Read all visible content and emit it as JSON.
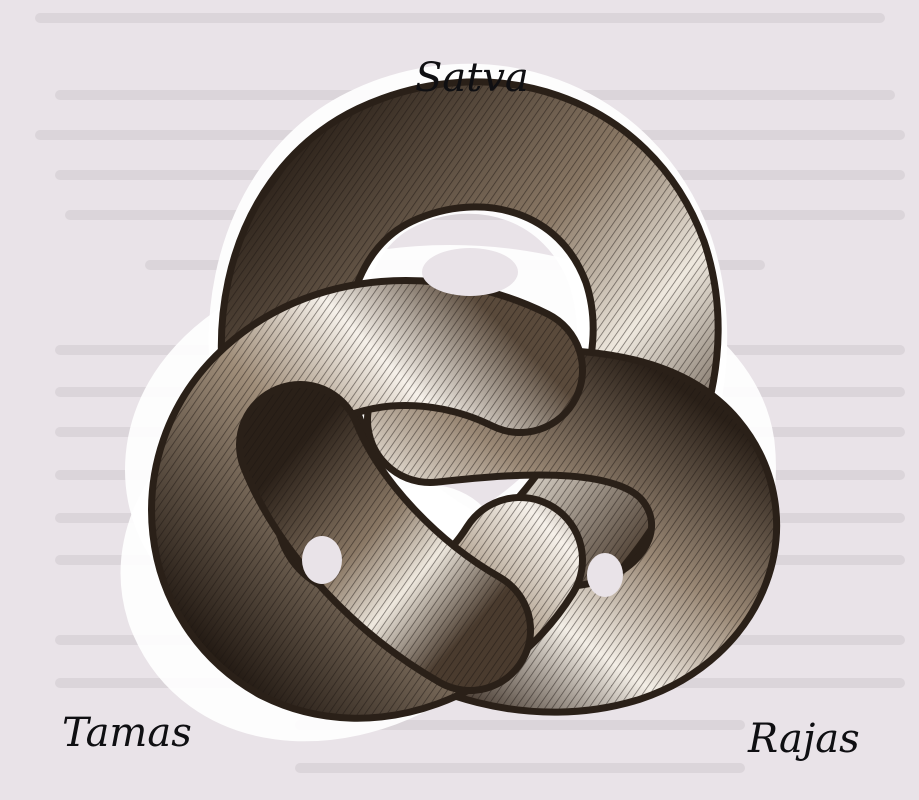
{
  "labels": {
    "top": "Satva",
    "left": "Tamas",
    "right": "Rajas"
  },
  "colors": {
    "background": "#e9e3e8",
    "label": "#0f0f12",
    "tube_dark": "#1a1410",
    "tube_mid": "#6b5a4a",
    "tube_light": "#f4efe6",
    "halo": "#ffffff"
  }
}
